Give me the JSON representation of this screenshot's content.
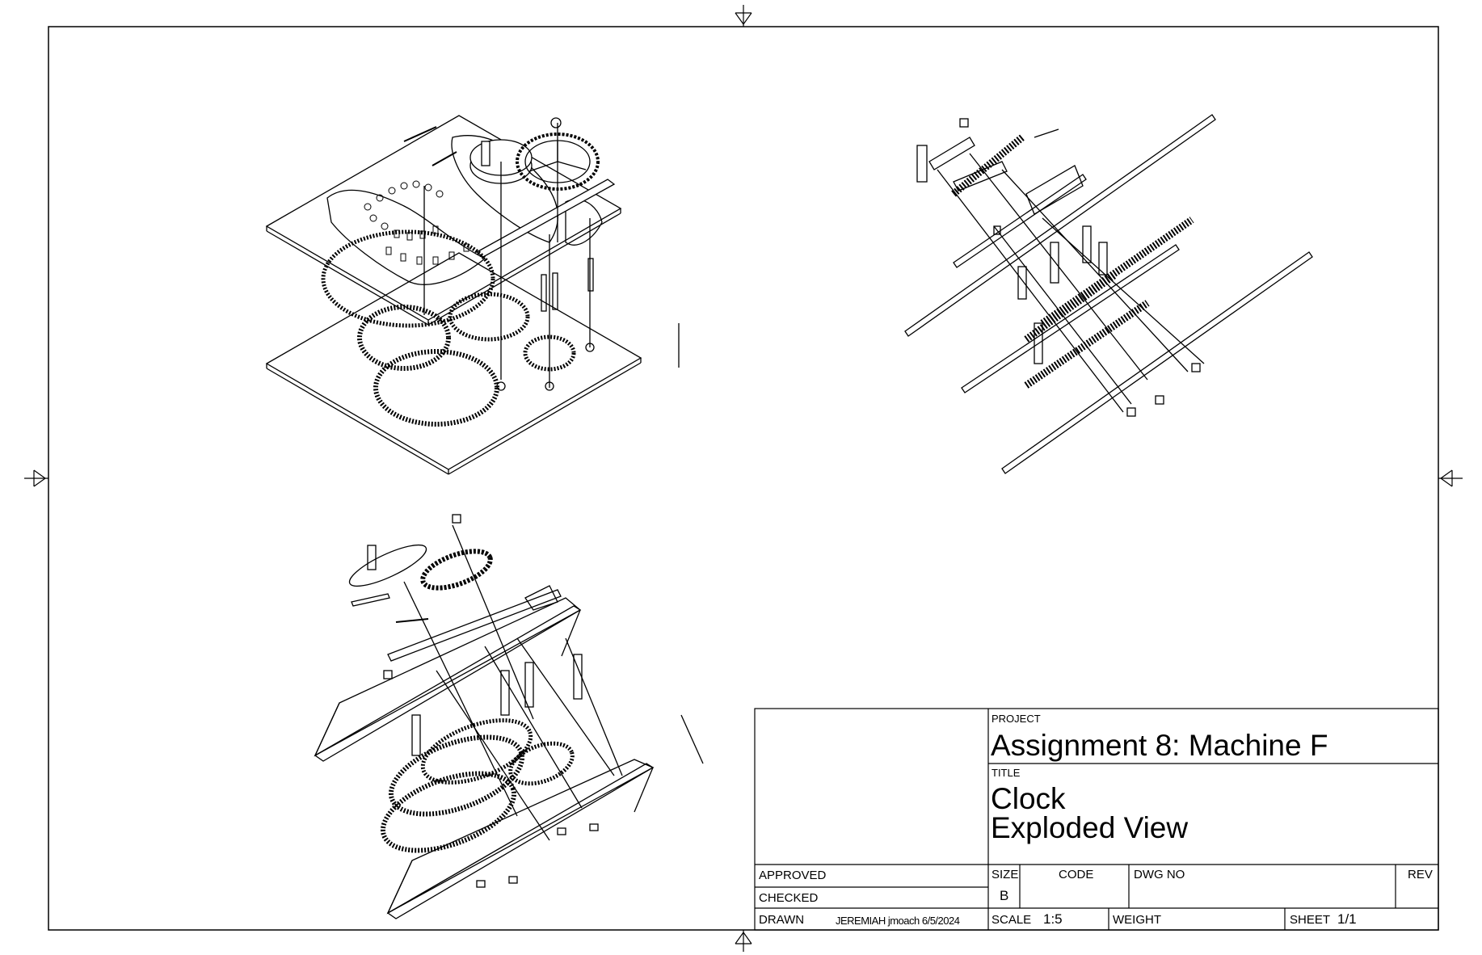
{
  "title_block": {
    "project_label": "PROJECT",
    "project": "Assignment 8: Machine F",
    "title_label": "TITLE",
    "title_line1": "Clock",
    "title_line2": "Exploded View",
    "approved_label": "APPROVED",
    "checked_label": "CHECKED",
    "drawn_label": "DRAWN",
    "drawn_by": "JEREMIAH jmoach 6/5/2024",
    "size_label": "SIZE",
    "size_value": "B",
    "code_label": "CODE",
    "dwg_no_label": "DWG NO",
    "rev_label": "REV",
    "scale_label": "SCALE",
    "scale_value": "1:5",
    "weight_label": "WEIGHT",
    "sheet_label": "SHEET",
    "sheet_value": "1/1"
  },
  "colors": {
    "ink": "#000000",
    "paper": "#ffffff"
  }
}
